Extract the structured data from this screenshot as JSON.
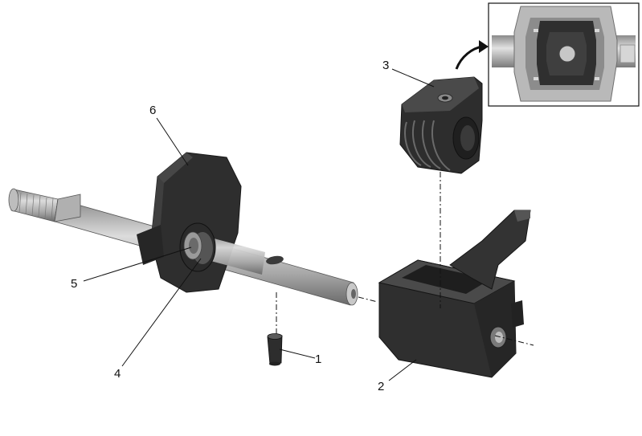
{
  "callouts": [
    {
      "id": "c1",
      "label": "1"
    },
    {
      "id": "c2",
      "label": "2"
    },
    {
      "id": "c3",
      "label": "3"
    },
    {
      "id": "c4",
      "label": "4"
    },
    {
      "id": "c5",
      "label": "5"
    },
    {
      "id": "c6",
      "label": "6"
    }
  ],
  "colors": {
    "part_dark": "#2b2b2b",
    "part_mid": "#3d3d3d",
    "part_light": "#555555",
    "shaft_light": "#c9c9c9",
    "shaft_mid": "#9a9a9a",
    "shaft_dark": "#6e6e6e",
    "inset_bg": "#b5b5b5",
    "line": "#111111"
  }
}
